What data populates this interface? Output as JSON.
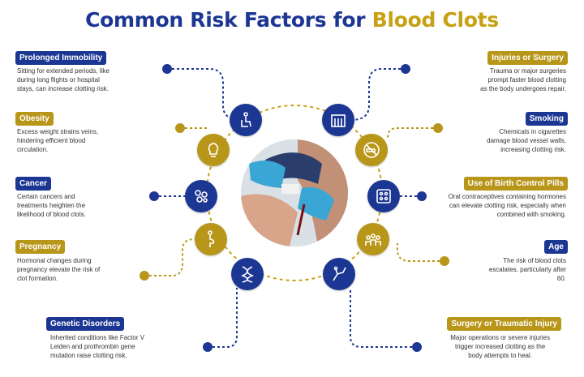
{
  "title": {
    "main": "Common Risk Factors for ",
    "accent": "Blood Clots"
  },
  "factors": {
    "prolonged_immobility": {
      "label": "Prolonged Immobility",
      "desc": "Sitting for extended periods, like\nduring long flights or hospital\nstays, can increase clotting risk."
    },
    "obesity": {
      "label": "Obesity",
      "desc": "Excess weight strains veins,\nhindering efficient blood\ncirculation."
    },
    "cancer": {
      "label": "Cancer",
      "desc": "Certain cancers and\ntreatments heighten the\nlikelihood of blood clots."
    },
    "pregnancy": {
      "label": "Pregnancy",
      "desc": "Hormonal changes during\npregnancy elevate the risk of\nclot formation."
    },
    "genetic_disorders": {
      "label": "Genetic Disorders",
      "desc": "Inherited conditions like Factor V\nLeiden and prothrombin gene\nmutation raise clotting risk."
    },
    "injuries_surgery": {
      "label": "Injuries or Surgery",
      "desc": "Trauma or major surgeries\nprompt faster blood clotting\nas the body undergoes repair."
    },
    "smoking": {
      "label": "Smoking",
      "desc": "Chemicals in cigarettes\ndamage blood vessel walls,\nincreasing clotting risk."
    },
    "birth_control": {
      "label": "Use of Birth Control Pills",
      "desc": "Oral contraceptives containing hormones\ncan elevate clotting risk, especially when\ncombined with smoking."
    },
    "age": {
      "label": "Age",
      "desc": "The risk of blood clots\nescalates, particularly after\n60."
    },
    "surgery_trauma": {
      "label": "Surgery or Traumatic  Injury",
      "desc": "Major operations or severe injuries\ntrigger increased clotting as the\nbody attempts to heal."
    }
  },
  "icons": {
    "ring": [
      "person-sitting-icon",
      "lightbulb-icon",
      "cells-icon",
      "pregnant-icon",
      "dna-icon",
      "hospital-icon",
      "no-smoking-icon",
      "pill-pack-icon",
      "age-group-icon",
      "injury-icon"
    ]
  },
  "colors": {
    "blue": "#1c3693",
    "gold": "#b8961a"
  }
}
